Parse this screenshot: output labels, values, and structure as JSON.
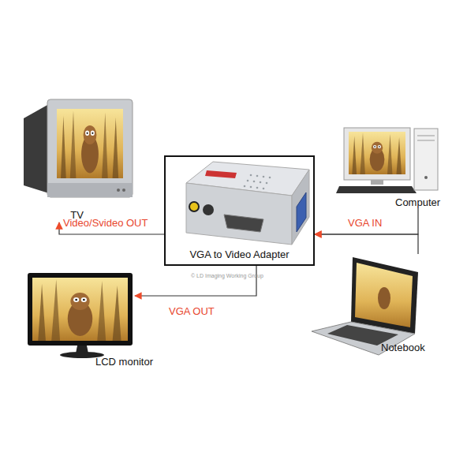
{
  "diagram": {
    "nodes": [
      {
        "text": [
          "TV"
        ]
      },
      {
        "text": [
          "Computer"
        ]
      },
      {
        "text": [
          "VGA to Video Adapter"
        ]
      },
      {
        "text": [
          "LCD monitor"
        ]
      },
      {
        "text": [
          "Notebook"
        ]
      }
    ],
    "edges": [
      {
        "from": 2,
        "to": 0,
        "label": "Video/Svideo OUT",
        "arrow": "to"
      },
      {
        "from": 1,
        "to": 2,
        "label": "VGA IN",
        "arrow": "to"
      },
      {
        "from": 4,
        "to": 2,
        "arrow": "to"
      },
      {
        "from": 2,
        "to": 3,
        "label": "VGA OUT",
        "arrow": "to"
      }
    ],
    "labels": [
      "© LD Imaging Working Group"
    ]
  }
}
